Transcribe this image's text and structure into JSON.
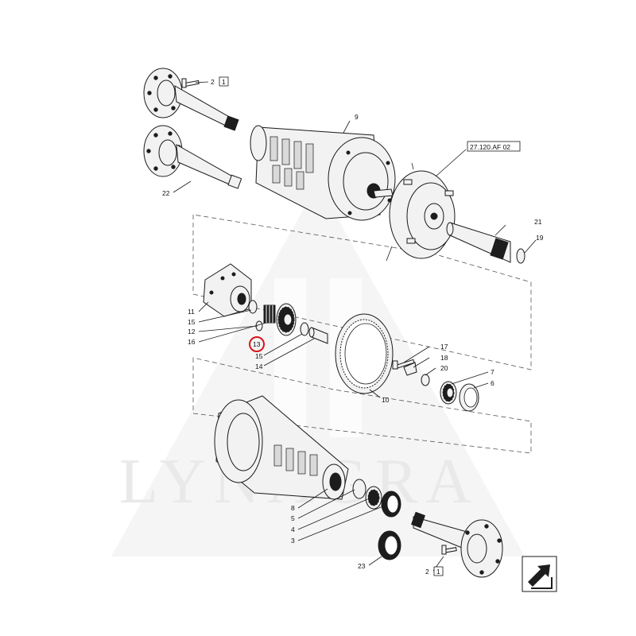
{
  "watermark": {
    "text": "LYNAGRA"
  },
  "refs": {
    "r9": "9",
    "r2a": "2",
    "r1a": "1",
    "r22": "22",
    "r27": "27.120.AF 02",
    "r21": "21",
    "r19": "19",
    "r11": "11",
    "r15a": "15",
    "r12": "12",
    "r16": "16",
    "r13": "13",
    "r15b": "15",
    "r14": "14",
    "r10": "10",
    "r17": "17",
    "r18": "18",
    "r20": "20",
    "r7": "7",
    "r6": "6",
    "r8": "8",
    "r5": "5",
    "r4": "4",
    "r3": "3",
    "r23": "23",
    "r2b": "2",
    "r1b": "1"
  },
  "highlight": {
    "part": "13",
    "color": "#d9141b"
  },
  "nav_icon": "next-page-arrow-icon"
}
